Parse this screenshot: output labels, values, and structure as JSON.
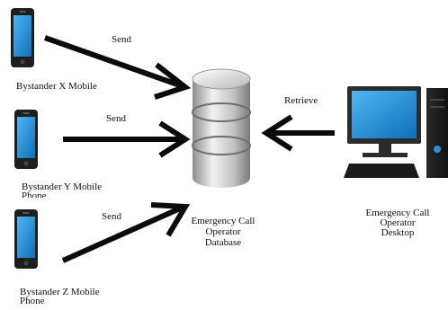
{
  "nodes": {
    "bystander_x": "Bystander X Mobile",
    "bystander_y": "Bystander Y Mobile Phone",
    "bystander_z": "Bystander Z Mobile Phone",
    "database": [
      "Emergency Call",
      "Operator",
      "Database"
    ],
    "desktop": [
      "Emergency Call",
      "Operator",
      "Desktop"
    ]
  },
  "edges": {
    "send_x": "Send",
    "send_y": "Send",
    "send_z": "Send",
    "retrieve": "Retrieve"
  },
  "colors": {
    "arrow": "#0a0a0a",
    "phone_body": "#1e1e1e",
    "phone_screen": "#2a8fd8",
    "db_body": "#cfcfcf",
    "monitor_screen": "#1e8fd6"
  }
}
